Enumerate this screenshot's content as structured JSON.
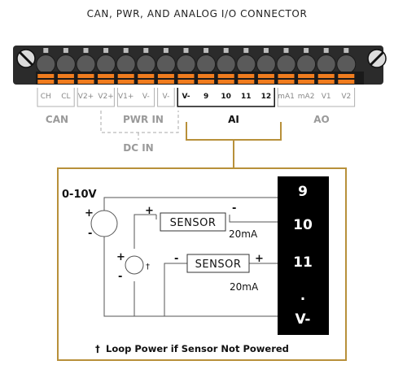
{
  "title": "CAN, PWR, AND ANALOG I/O CONNECTOR",
  "connector": {
    "pins": [
      {
        "label": "CH",
        "style": "gray"
      },
      {
        "label": "CL",
        "style": "gray"
      },
      {
        "label": "V2+",
        "style": "gray"
      },
      {
        "label": "V2+",
        "style": "gray"
      },
      {
        "label": "V1+",
        "style": "gray"
      },
      {
        "label": "V-",
        "style": "gray"
      },
      {
        "label": "V-",
        "style": "gray"
      },
      {
        "label": "V-",
        "style": "dark"
      },
      {
        "label": "9",
        "style": "dark"
      },
      {
        "label": "10",
        "style": "dark"
      },
      {
        "label": "11",
        "style": "dark"
      },
      {
        "label": "12",
        "style": "dark"
      },
      {
        "label": "mA1",
        "style": "gray"
      },
      {
        "label": "mA2",
        "style": "gray"
      },
      {
        "label": "V1",
        "style": "gray"
      },
      {
        "label": "V2",
        "style": "gray"
      }
    ],
    "groups": {
      "can": "CAN",
      "pwr_in": "PWR IN",
      "dc_in": "DC IN",
      "ai": "AI",
      "ao": "AO"
    }
  },
  "detail": {
    "terminals": [
      "9",
      "10",
      "11",
      ".",
      "V-"
    ],
    "source_label": "0-10V",
    "source_plus": "+",
    "source_minus": "-",
    "loop_plus": "+",
    "loop_minus": "-",
    "loop_dagger": "†",
    "sensor1": {
      "label": "SENSOR",
      "plus": "+",
      "minus": "-",
      "current": "20mA"
    },
    "sensor2": {
      "label": "SENSOR",
      "plus": "+",
      "minus": "-",
      "current": "20mA"
    },
    "footnote_symbol": "†",
    "footnote": "Loop Power if Sensor Not Powered"
  },
  "colors": {
    "connector_body": "#2b2b2b",
    "terminal_orange": "#f07c1e",
    "frame_gold": "#b8903a",
    "gray_label": "#9a9a9a",
    "dark_label": "#111111",
    "terminal_block": "#000000"
  }
}
